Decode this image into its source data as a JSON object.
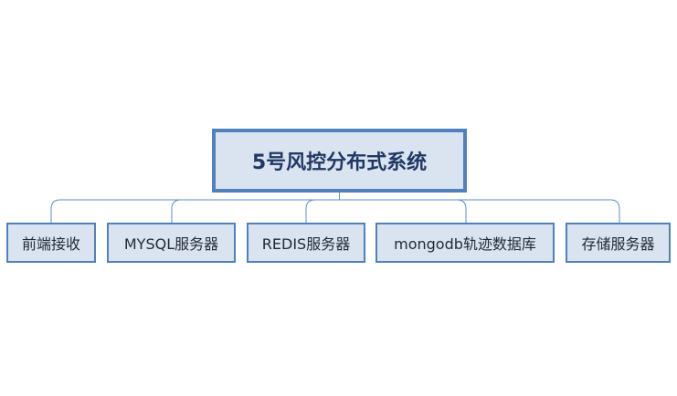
{
  "diagram": {
    "root": {
      "label": "5号风控分布式系统"
    },
    "children": [
      {
        "label": "前端接收"
      },
      {
        "label": "MYSQL服务器"
      },
      {
        "label": "REDIS服务器"
      },
      {
        "label": "mongodb轨迹数据库"
      },
      {
        "label": "存储服务器"
      }
    ],
    "colors": {
      "node_fill": "#dae3f0",
      "node_border": "#4f81bd",
      "connector": "#5b8fc7",
      "root_text": "#1f3864"
    }
  }
}
